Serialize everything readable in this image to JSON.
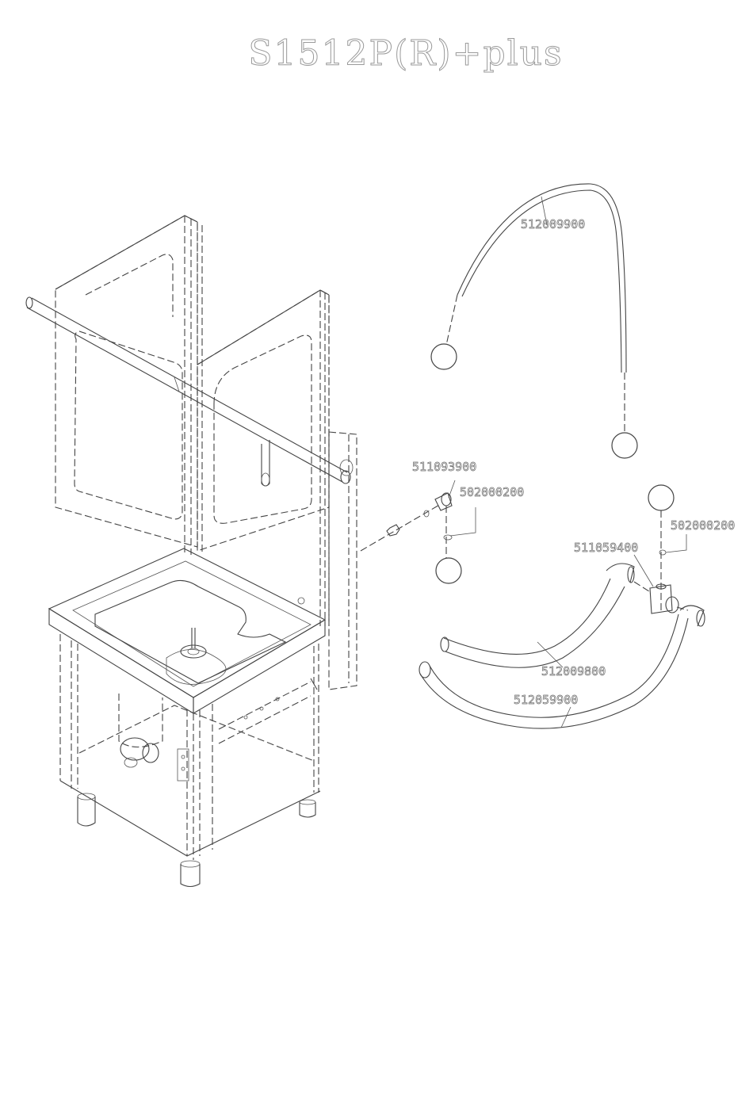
{
  "title": "S1512P(R)+plus",
  "parts": {
    "hose_long": "512009900",
    "elbow_fitting": "511093900",
    "washer_left": "502000200",
    "washer_right": "502000200",
    "tee_fitting": "511059400",
    "hose_upper": "512009800",
    "hose_lower": "512059900"
  },
  "colors": {
    "line": "#444444",
    "label_outline": "#6a6a6a",
    "title_outline": "#9a9a9a"
  }
}
